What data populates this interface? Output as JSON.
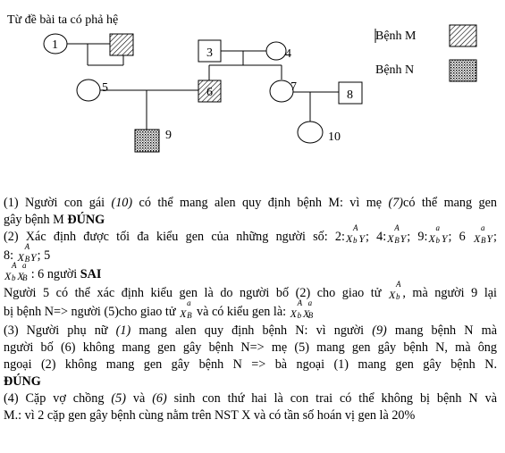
{
  "pedigree": {
    "title": "Từ đề bài ta có phả hệ",
    "individuals": [
      {
        "id": "1",
        "label": "1",
        "sex": "female",
        "status": "normal"
      },
      {
        "id": "2",
        "label": "",
        "sex": "male",
        "status": "disease-M"
      },
      {
        "id": "3",
        "label": "3",
        "sex": "male",
        "status": "normal"
      },
      {
        "id": "4",
        "label": "4",
        "sex": "female",
        "status": "normal"
      },
      {
        "id": "5",
        "label": "5",
        "sex": "female",
        "status": "normal"
      },
      {
        "id": "6",
        "label": "6",
        "sex": "male",
        "status": "disease-M"
      },
      {
        "id": "7",
        "label": "7",
        "sex": "female",
        "status": "normal"
      },
      {
        "id": "8",
        "label": "8",
        "sex": "male",
        "status": "normal"
      },
      {
        "id": "9",
        "label": "9",
        "sex": "male",
        "status": "disease-N"
      },
      {
        "id": "10",
        "label": "10",
        "sex": "female",
        "status": "normal"
      }
    ],
    "legend": [
      {
        "label": "Bệnh M",
        "pattern": "hatch"
      },
      {
        "label": "Bệnh N",
        "pattern": "dots"
      }
    ]
  },
  "text": {
    "p1a": "(1) Người con gái ",
    "p1b": "(10)",
    "p1c": " có thể mang alen quy định bệnh M: vì mẹ ",
    "p1d": "(7)",
    "p1e": "có thể mang gen",
    "p1f": "gây bệnh M ",
    "p1g": "ĐÚNG",
    "p2a": "(2) Xác định được tối đa kiểu gen của những người số: 2:",
    "p2b": "; 4:",
    "p2c": "; 9:",
    "p2d": "; 6 ",
    "p2e": ";",
    "p2f": "8: ",
    "p2g": "; 5",
    "p2h": ": 6 người ",
    "p2i": "SAI",
    "p2j": "Người 5 có thể xác định kiểu gen là do người bố (2) cho giao tử ",
    "p2k": ", mà người 9 lại",
    "p2l": "bị bệnh N=> người (5)cho giao tử ",
    "p2m": " và có kiểu gen là: ",
    "p3a": "(3) Người phụ nữ ",
    "p3b": "(1)",
    "p3c": " mang alen quy định bệnh N: vì người ",
    "p3d": "(9)",
    "p3e": " mang bệnh N mà",
    "p3f": "người bố (6) không mang gen gây bệnh N=> mẹ (5) mang gen gây bệnh N, mà ông",
    "p3g": "ngoại (2) không mang gen gây bệnh N => bà ngoại (1) mang gen gây bệnh N.",
    "p3h": "ĐÚNG",
    "p4a": "(4) Cặp vợ chồng ",
    "p4b": "(5)",
    "p4c": " và ",
    "p4d": "(6)",
    "p4e": " sinh con thứ hai là con trai có thể không bị bệnh N và",
    "p4f": "M.: vì 2 cặp gen gây bệnh  cùng nằm trên NST X và có tần số hoán vị gen là 20%"
  },
  "genes": {
    "X": "X",
    "Y": "Y",
    "A": "A",
    "a": "a",
    "B": "B",
    "b": "b"
  }
}
